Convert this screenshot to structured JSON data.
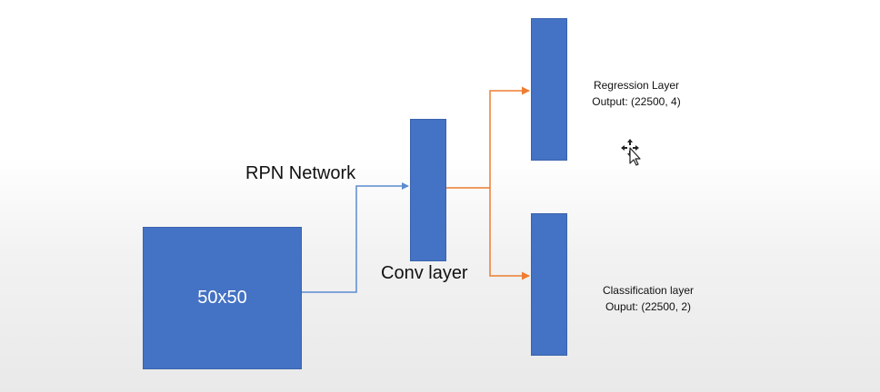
{
  "diagram": {
    "input_block": {
      "label": "50x50"
    },
    "rpn_label": "RPN Network",
    "conv_label": "Conv layer",
    "regression": {
      "title": "Regression Layer",
      "output": "Output: (22500, 4)"
    },
    "classification": {
      "title": "Classification layer",
      "output": "Ouput: (22500, 2)"
    }
  },
  "colors": {
    "block_fill": "#4472c4",
    "blue_connector": "#5b8bd0",
    "orange_connector": "#ed7d31"
  },
  "icons": {
    "cursor": "move-cursor-icon"
  }
}
